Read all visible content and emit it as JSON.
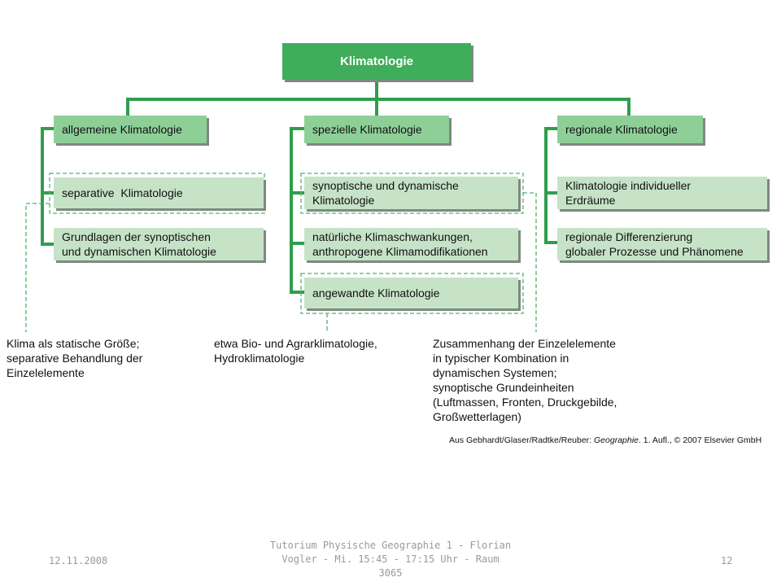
{
  "root": {
    "label": "Klimatologie"
  },
  "branches": [
    {
      "label": "allgemeine Klimatologie",
      "items": [
        "separative  Klimatologie",
        "Grundlagen der synoptischen\nund dynamischen Klimatologie"
      ]
    },
    {
      "label": "spezielle Klimatologie",
      "items": [
        "synoptische und dynamische\nKlimatologie",
        "natürliche Klimaschwankungen,\nanthropogene Klimamodifikationen",
        "angewandte Klimatologie"
      ]
    },
    {
      "label": "regionale Klimatologie",
      "items": [
        "Klimatologie individueller\nErdräume",
        "regionale Differenzierung\nglobaler Prozesse und Phänomene"
      ]
    }
  ],
  "notes": {
    "left": "Klima als statische Größe;\nseparative Behandlung der\nEinzelelemente",
    "middle": "etwa Bio- und Agrarklimatologie,\nHydroklimatologie",
    "right": "Zusammenhang der Einzelelemente\nin typischer Kombination in\ndynamischen Systemen;\nsynoptische Grundeinheiten\n(Luftmassen, Fronten, Druckgebilde,\nGroßwetterlagen)"
  },
  "credit": {
    "prefix": "Aus Gebhardt/Glaser/Radtke/Reuber: ",
    "book": "Geographie",
    "suffix": ". 1. Aufl., © 2007 Elsevier GmbH"
  },
  "footer": {
    "date": "12.11.2008",
    "title": "Tutorium Physische Geographie 1 - Florian Vogler - Mi. 15:45 - 17:15 Uhr - Raum 3065",
    "page": "12"
  },
  "colors": {
    "line": "#2e9e4c",
    "root_fill": "#3fad5b",
    "header_fill": "#8ecf98",
    "item_fill": "#c6e3c7",
    "dashed": "#4fb36a"
  }
}
